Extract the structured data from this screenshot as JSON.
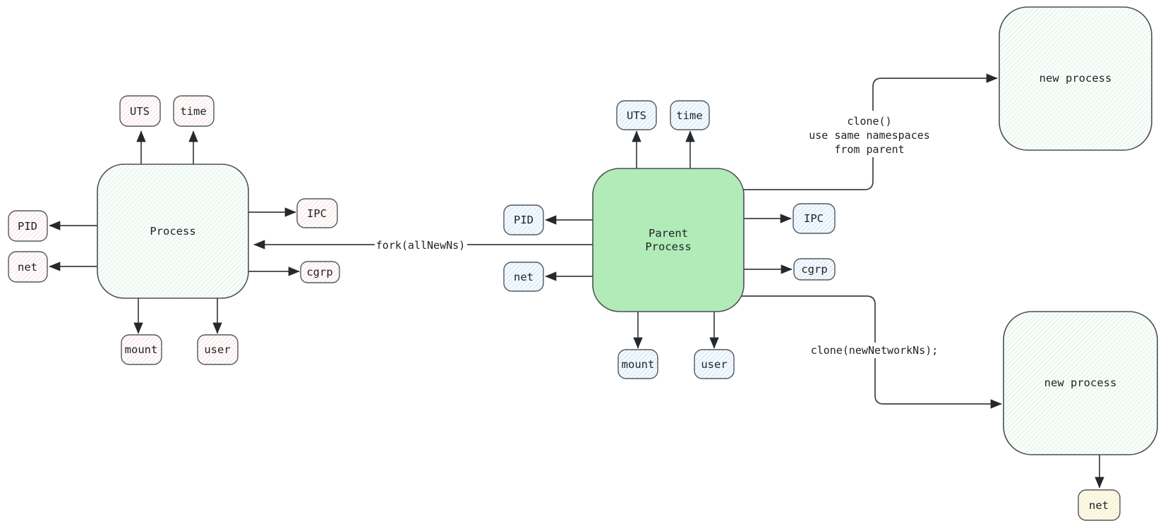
{
  "palette": {
    "background": "#ffffff",
    "node_border": "#4a4f55",
    "satellite_border": "#54585d",
    "arrow_color": "#3c4045",
    "arrowhead_color": "#26292c",
    "text_color": "#1e2226",
    "parent_fill": "#b1ebb7",
    "green_hatch_line": "#c3e9ce",
    "green_hatch_bg": "#fbfefc",
    "pink_hatch_line": "#f5cbcb",
    "pink_hatch_bg": "#fffcfc",
    "blue_hatch_line": "#b5d8f0",
    "blue_hatch_bg": "#f4f9fe",
    "yellow_hatch_line": "#eddfa6",
    "yellow_hatch_bg": "#fdf9e8"
  },
  "left_process": {
    "label": "Process",
    "namespaces": {
      "uts": "UTS",
      "time": "time",
      "pid": "PID",
      "net": "net",
      "ipc": "IPC",
      "cgrp": "cgrp",
      "mount": "mount",
      "user": "user"
    }
  },
  "parent_process": {
    "label_line1": "Parent",
    "label_line2": "Process",
    "namespaces": {
      "uts": "UTS",
      "time": "time",
      "pid": "PID",
      "net": "net",
      "ipc": "IPC",
      "cgrp": "cgrp",
      "mount": "mount",
      "user": "user"
    }
  },
  "new_process_top": {
    "label": "new process"
  },
  "new_process_bottom": {
    "label": "new process",
    "namespaces": {
      "net": "net"
    }
  },
  "edges": {
    "fork": {
      "label": "fork(allNewNs)"
    },
    "clone_same": {
      "line1": "clone()",
      "line2": "use same namespaces",
      "line3": "from parent"
    },
    "clone_new_net": {
      "label": "clone(newNetworkNs);"
    }
  }
}
